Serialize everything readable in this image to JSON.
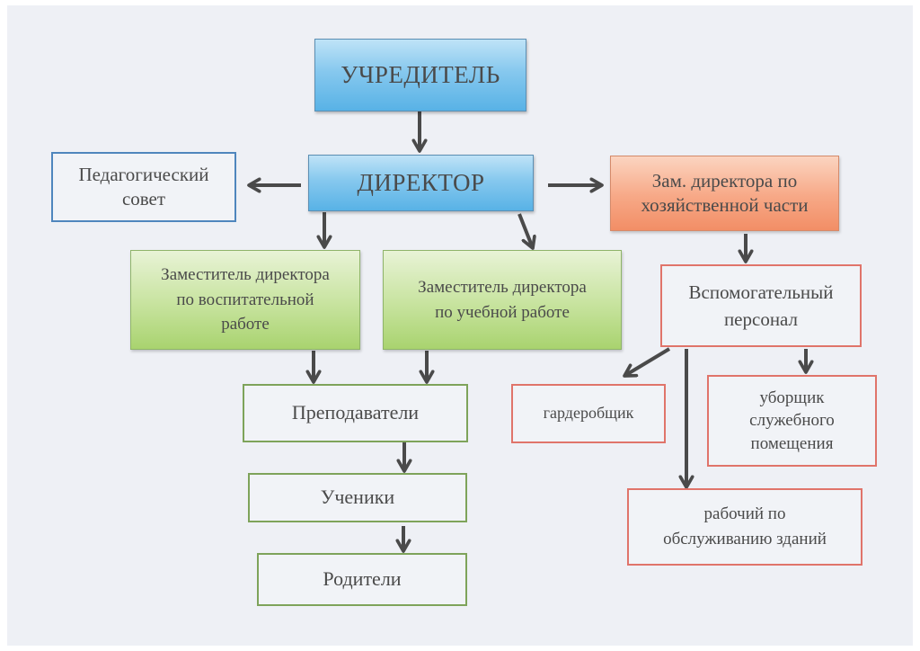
{
  "diagram": {
    "type": "org-chart",
    "colors": {
      "founder_director": "#58b2e6",
      "deputy_maintenance": "#f28e66",
      "deputies_education": "#a9d36f",
      "outline_blue": "#4f86bd",
      "outline_green": "#7ea35a",
      "outline_red": "#e0746a",
      "arrow": "#4a4a4a"
    },
    "nodes": {
      "founder": "УЧРЕДИТЕЛЬ",
      "director": "ДИРЕКТОР",
      "pedagogical_council": "Педагогический\nсовет",
      "deputy_maintenance": "Зам. директора по\nхозяйственной части",
      "deputy_upbringing": "Заместитель директора\nпо воспитательной\nработе",
      "deputy_academic": "Заместитель директора\nпо учебной работе",
      "support_staff": "Вспомогательный\nперсонал",
      "teachers": "Преподаватели",
      "cloakroom_attendant": "гардеробщик",
      "office_cleaner": "уборщик\nслужебного\nпомещения",
      "students": "Ученики",
      "building_worker": "рабочий по\nобслуживанию зданий",
      "parents": "Родители"
    },
    "edges": [
      {
        "from": "founder",
        "to": "director"
      },
      {
        "from": "director",
        "to": "pedagogical_council"
      },
      {
        "from": "director",
        "to": "deputy_maintenance"
      },
      {
        "from": "director",
        "to": "deputy_upbringing"
      },
      {
        "from": "director",
        "to": "deputy_academic"
      },
      {
        "from": "deputy_maintenance",
        "to": "support_staff"
      },
      {
        "from": "deputy_upbringing",
        "to": "teachers"
      },
      {
        "from": "deputy_academic",
        "to": "teachers"
      },
      {
        "from": "teachers",
        "to": "students"
      },
      {
        "from": "students",
        "to": "parents"
      },
      {
        "from": "support_staff",
        "to": "cloakroom_attendant"
      },
      {
        "from": "support_staff",
        "to": "office_cleaner"
      },
      {
        "from": "support_staff",
        "to": "building_worker"
      }
    ]
  }
}
